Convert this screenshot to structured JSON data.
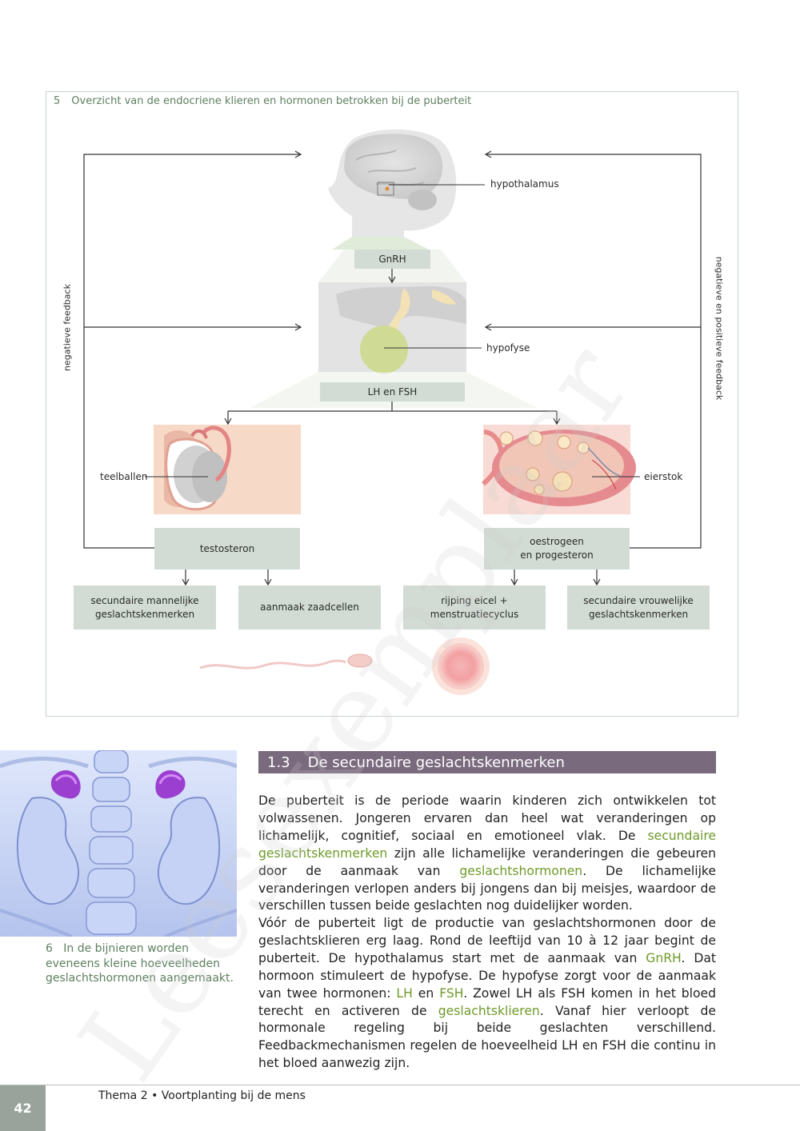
{
  "figure": {
    "number": "5",
    "title": "Overzicht van de endocriene klieren en hormonen betrokken bij de puberteit",
    "labels": {
      "hypothalamus": "hypothalamus",
      "hypofyse": "hypofyse",
      "teelballen": "teelballen",
      "eierstok": "eierstok",
      "negative_feedback": "negatieve feedback",
      "neg_pos_feedback": "negatieve en positieve feedback"
    },
    "boxes": {
      "gnrh": "GnRH",
      "lh_fsh": "LH en FSH",
      "testosteron": "testosteron",
      "oestrogeen_line1": "oestrogeen",
      "oestrogeen_line2": "en progesteron",
      "sec_man_line1": "secundaire mannelijke",
      "sec_man_line2": "geslachtskenmerken",
      "zaadcellen": "aanmaak zaadcellen",
      "rijping_line1": "rijping eicel +",
      "rijping_line2": "menstruatiecyclus",
      "sec_vrouw_line1": "secundaire vrouwelijke",
      "sec_vrouw_line2": "geslachtskenmerken"
    }
  },
  "section": {
    "number": "1.3",
    "title": "De secundaire geslachtskenmerken"
  },
  "paragraph1": {
    "t1": "De puberteit is de periode waarin kinderen zich ontwikkelen tot volwassenen. Jongeren ervaren dan heel wat veranderingen op lichamelijk, cognitief, sociaal en emotioneel vlak. De ",
    "h1": "secundaire geslachtskenmerken",
    "t2": " zijn alle lichamelijke veranderingen die gebeuren door de aanmaak van ",
    "h2": "geslachtshormonen",
    "t3": ". De lichamelijke veranderingen verlopen anders bij jongens dan bij meisjes, waardoor de verschillen tussen beide geslachten nog duidelijker worden."
  },
  "paragraph2": {
    "t1": "Vóór de puberteit ligt de productie van geslachtshormonen door de geslachtsklieren erg laag. Rond de leeftijd van 10 à 12 jaar begint de puberteit. De hypothalamus start met de aanmaak van ",
    "h1": "GnRH",
    "t2": ". Dat hormoon stimuleert de hypofyse. De hypofyse zorgt voor de aanmaak van twee hormonen: ",
    "h2": "LH",
    "t3": " en ",
    "h3": "FSH",
    "t4": ". Zowel LH als FSH komen in het bloed terecht en activeren de ",
    "h4": "geslachtsklieren",
    "t5": ". Vanaf hier verloopt de hormonale regeling bij beide geslachten verschillend. Feedbackmechanismen regelen de hoeveelheid LH en FSH die continu in het bloed aanwezig zijn."
  },
  "caption": {
    "number": "6",
    "text": "In de bijnieren worden eveneens kleine hoeveelheden geslachtshormonen aangemaakt."
  },
  "footer": {
    "page": "42",
    "text": "Thema 2 • Voortplanting bij de mens"
  },
  "watermark": "Leesexemplaar",
  "colors": {
    "box": "#d2dcd4",
    "section_header": "#7a6a7e",
    "highlight": "#6f9a2a",
    "caption": "#5e7f5f"
  }
}
